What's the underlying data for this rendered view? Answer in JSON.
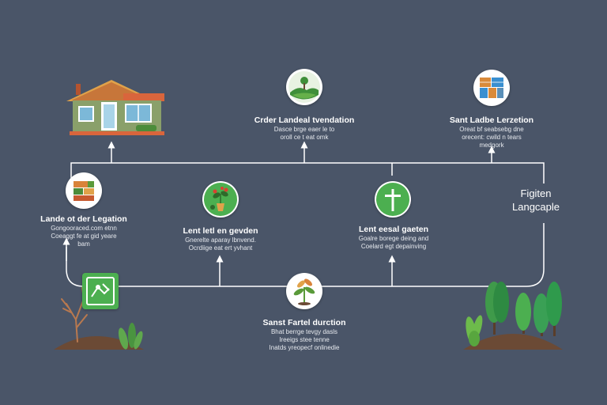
{
  "colors": {
    "background": "#4a5568",
    "connector": "#ffffff",
    "leaf_green": "#4caf50",
    "soil_brown": "#6b4a35"
  },
  "nodes": {
    "top_center": {
      "icon": "landscape-hills-icon",
      "title": "Crder Landeal tvendation",
      "desc1": "Dasce brge eaer le to",
      "desc2": "oroll ce t eat omk"
    },
    "top_right": {
      "icon": "building-blocks-icon",
      "title": "Sant Ladbe Lerzetion",
      "desc1": "Oreat bf seabsebg dne",
      "desc2": "orecent: cwild n tears",
      "desc3": "medgork"
    },
    "mid_left": {
      "icon": "stacked-boxes-icon",
      "title": "Lande ot der Legation",
      "desc1": "Gongooraced.com etnn",
      "desc2": "Coeaggt fe at gid yeare",
      "desc3": "bam"
    },
    "mid_center_left": {
      "icon": "potted-plant-icon",
      "title": "Lent letl en gevden",
      "desc1": "Gnerelte aparay lbnvend.",
      "desc2": "Ocrdiige eat ert yvhant"
    },
    "mid_center_right": {
      "icon": "cross-sign-icon",
      "title": "Lent eesal gaeten",
      "desc1": "Goalre borege deing and",
      "desc2": "Coelard egt depainving"
    },
    "bottom_left": {
      "icon": "map-location-icon"
    },
    "bottom_center": {
      "icon": "sprouting-plant-icon",
      "title": "Sanst Fartel durction",
      "desc1": "Bhat berrge tevgy dasls",
      "desc2": "Ireeigs stee tenne",
      "desc3": "Inatds yreopecf onlinedie"
    }
  },
  "side_title": {
    "line1": "Figiten",
    "line2": "Langcaple"
  }
}
